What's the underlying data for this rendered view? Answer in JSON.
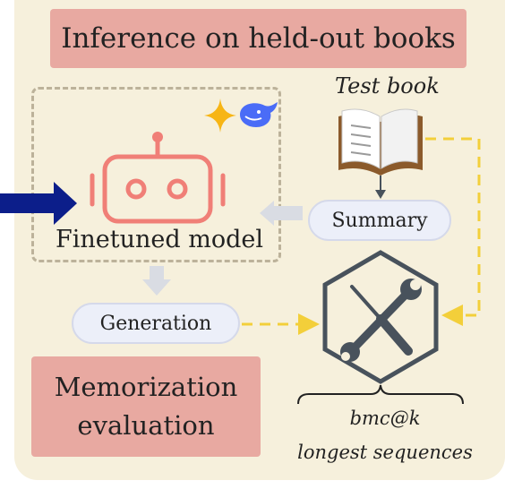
{
  "title": "Inference on held-out books",
  "model_label": "Finetuned model",
  "test_book_label": "Test book",
  "summary_label": "Summary",
  "generation_label": "Generation",
  "memorization": {
    "line1": "Memorization",
    "line2": "evaluation"
  },
  "metrics": {
    "line1": "bmc@k",
    "line2": "longest sequences"
  },
  "icons": {
    "model": "robot-icon",
    "model_providers": [
      "gemini-sparkle-icon",
      "deepseek-whale-icon"
    ],
    "book": "open-book-icon",
    "evaluator": "wrench-screwdriver-icon"
  },
  "colors": {
    "background": "#f6f0dc",
    "title_box": "#e8a9a1",
    "robot": "#f07f77",
    "input_arrow": "#0c1e8a",
    "yellow_arrows": "#f3cf3a",
    "gray_arrows": "#d9dce3",
    "pill_fill": "#eceff9",
    "hexagon": "#48525c"
  }
}
